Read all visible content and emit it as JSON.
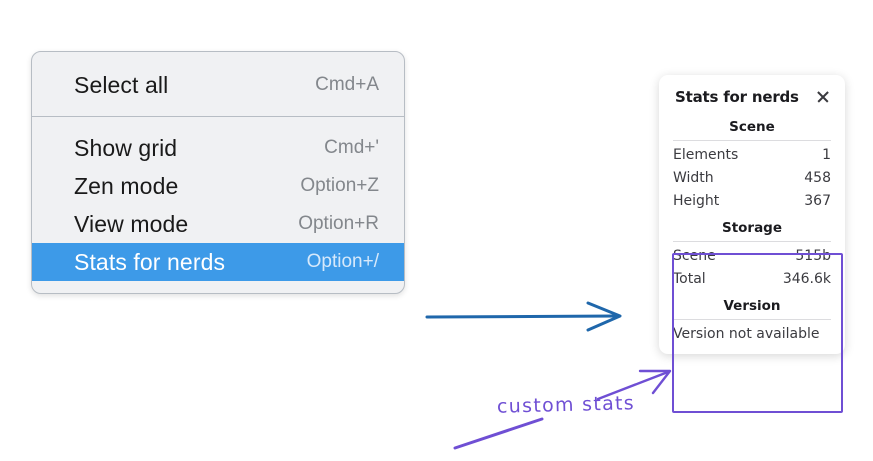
{
  "context_menu": {
    "groups": [
      {
        "items": [
          {
            "label": "Select all",
            "shortcut": "Cmd+A",
            "selected": false
          }
        ]
      },
      {
        "items": [
          {
            "label": "Show grid",
            "shortcut": "Cmd+'",
            "selected": false
          },
          {
            "label": "Zen mode",
            "shortcut": "Option+Z",
            "selected": false
          },
          {
            "label": "View mode",
            "shortcut": "Option+R",
            "selected": false
          },
          {
            "label": "Stats for nerds",
            "shortcut": "Option+/",
            "selected": true
          }
        ]
      }
    ],
    "selected_color": "#3d9ae8"
  },
  "stats_panel": {
    "title": "Stats for nerds",
    "close_icon": "close-icon",
    "sections": [
      {
        "name": "Scene",
        "rows": [
          {
            "key": "Elements",
            "value": "1"
          },
          {
            "key": "Width",
            "value": "458"
          },
          {
            "key": "Height",
            "value": "367"
          }
        ]
      },
      {
        "name": "Storage",
        "rows": [
          {
            "key": "Scene",
            "value": "515b"
          },
          {
            "key": "Total",
            "value": "346.6k"
          }
        ]
      },
      {
        "name": "Version",
        "note": "Version not available",
        "rows": []
      }
    ]
  },
  "annotations": {
    "handwritten_label": "custom stats",
    "blue_arrow_color": "#1f67ab",
    "purple_color": "#6f4fd4"
  }
}
